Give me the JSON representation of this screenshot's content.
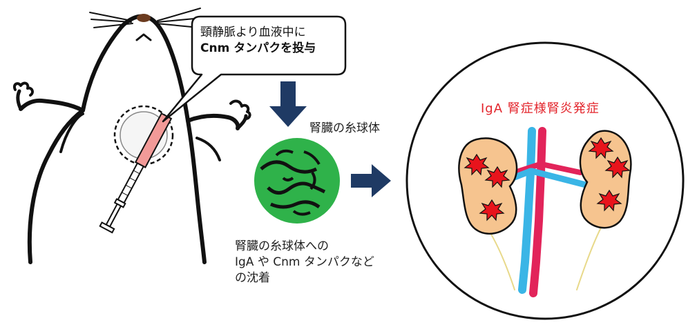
{
  "callout": {
    "line1": "頸静脈より血液中に",
    "line2": "Cnm タンパクを投与"
  },
  "glomerulus_label": "腎臓の糸球体",
  "deposit": {
    "line1": "腎臓の糸球体への",
    "line2": "IgA や Cnm タンパクなど",
    "line3": "の沈着"
  },
  "result_title": "IgA 腎症様腎炎発症",
  "colors": {
    "outline": "#111111",
    "arrow": "#1f3a64",
    "glomerulus_green": "#2fb24a",
    "syringe_red": "#f29a98",
    "kidney_fill": "#f6c48f",
    "lesion_red": "#e8141c",
    "artery": "#e2245a",
    "vein": "#3ab5e6"
  }
}
